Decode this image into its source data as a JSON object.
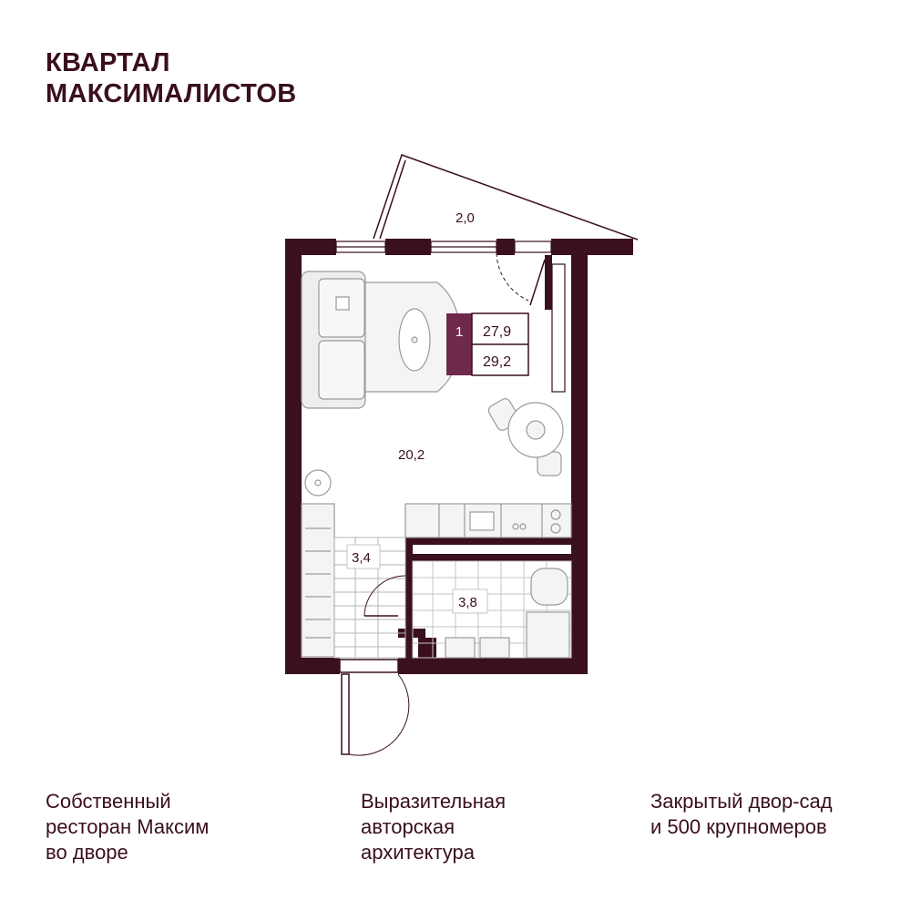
{
  "title": {
    "line1": "КВАРТАЛ",
    "line2": "МАКСИМАЛИСТОВ"
  },
  "plan": {
    "balcony_area": "2,0",
    "main_room_area": "20,2",
    "hall_area": "3,4",
    "bathroom_area": "3,8",
    "rooms_count": "1",
    "living_area": "27,9",
    "total_area": "29,2"
  },
  "features": [
    {
      "lines": [
        "Собственный",
        "ресторан Максим",
        "во дворе"
      ]
    },
    {
      "lines": [
        "Выразительная",
        "авторская",
        "архитектура"
      ]
    },
    {
      "lines": [
        "Закрытый двор-сад",
        "и 500 крупномеров"
      ]
    }
  ],
  "colors": {
    "wall": "#3a0f1f",
    "furniture_stroke": "#9a9a9a",
    "furniture_fill": "#eeeeee",
    "badge": "#6e2a4a"
  }
}
